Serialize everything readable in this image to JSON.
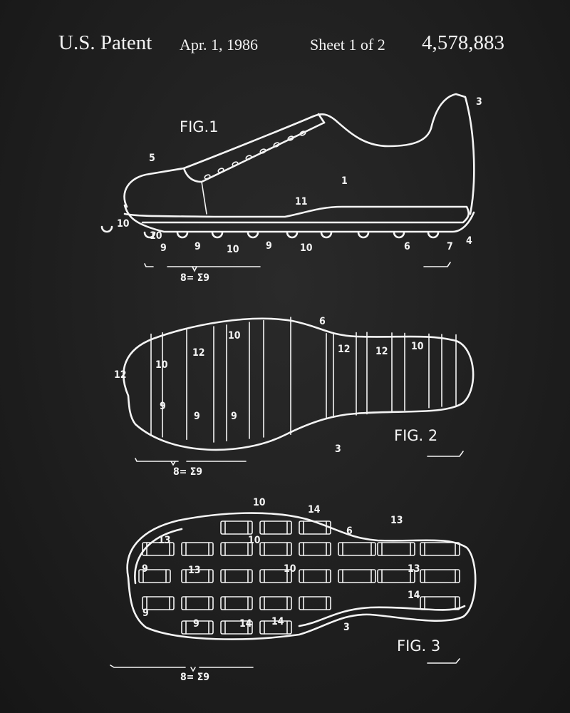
{
  "header": {
    "title": "U.S. Patent",
    "date": "Apr. 1, 1986",
    "sheet": "Sheet 1 of 2",
    "patent_number": "4,578,883"
  },
  "fig1": {
    "title": "FIG.1",
    "labels": [
      "5",
      "1",
      "3",
      "11",
      "10",
      "10",
      "9",
      "9",
      "10",
      "9",
      "10",
      "6",
      "7",
      "4"
    ],
    "formula": "8= Σ9"
  },
  "fig2": {
    "title": "FIG. 2",
    "labels": [
      "6",
      "10",
      "12",
      "12",
      "10",
      "9",
      "9",
      "9",
      "12",
      "12",
      "10",
      "3"
    ],
    "formula": "8= Σ9"
  },
  "fig3": {
    "title": "FIG. 3",
    "labels": [
      "10",
      "14",
      "6",
      "13",
      "13",
      "10",
      "9",
      "13",
      "10",
      "13",
      "14",
      "9",
      "9",
      "14",
      "14",
      "3"
    ],
    "formula": "8= Σ9"
  },
  "colors": {
    "background": "#1e1e1e",
    "ink": "#f4f4f4"
  }
}
